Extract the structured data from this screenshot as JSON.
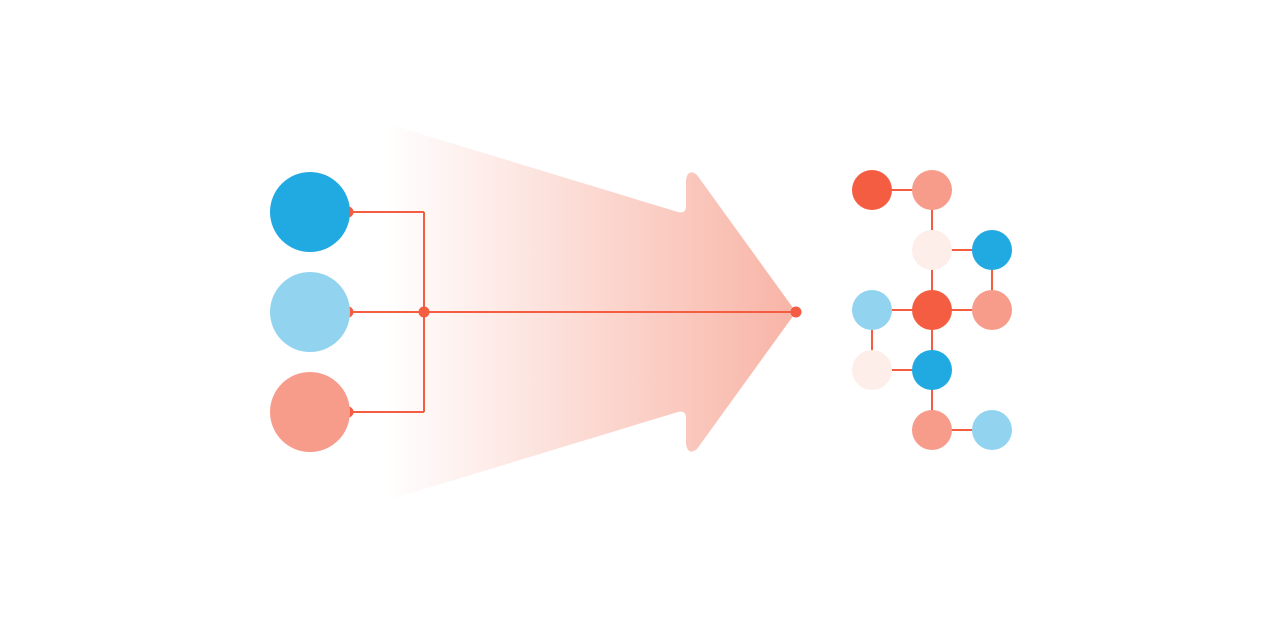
{
  "diagram": {
    "colors": {
      "blue": "#21a9e1",
      "light_blue": "#92d3ef",
      "salmon": "#f79b8b",
      "red": "#f45d42",
      "pale_pink": "#fdeeea",
      "connector": "#f45d42",
      "arrow_gradient_end": "#f8b4a6"
    },
    "inputs": [
      {
        "id": "input-1",
        "color": "blue"
      },
      {
        "id": "input-2",
        "color": "light_blue"
      },
      {
        "id": "input-3",
        "color": "salmon"
      }
    ],
    "graph_nodes": [
      {
        "id": "n1",
        "color": "red"
      },
      {
        "id": "n2",
        "color": "salmon"
      },
      {
        "id": "n3",
        "color": "pale_pink"
      },
      {
        "id": "n4",
        "color": "blue"
      },
      {
        "id": "n5",
        "color": "light_blue"
      },
      {
        "id": "n6",
        "color": "red"
      },
      {
        "id": "n7",
        "color": "salmon"
      },
      {
        "id": "n8",
        "color": "pale_pink"
      },
      {
        "id": "n9",
        "color": "blue"
      },
      {
        "id": "n10",
        "color": "salmon"
      },
      {
        "id": "n11",
        "color": "light_blue"
      }
    ],
    "graph_edges": [
      [
        "n1",
        "n2"
      ],
      [
        "n2",
        "n3"
      ],
      [
        "n3",
        "n4"
      ],
      [
        "n3",
        "n6"
      ],
      [
        "n4",
        "n7"
      ],
      [
        "n5",
        "n6"
      ],
      [
        "n6",
        "n7"
      ],
      [
        "n5",
        "n8"
      ],
      [
        "n6",
        "n9"
      ],
      [
        "n8",
        "n9"
      ],
      [
        "n9",
        "n10"
      ],
      [
        "n10",
        "n11"
      ]
    ]
  }
}
